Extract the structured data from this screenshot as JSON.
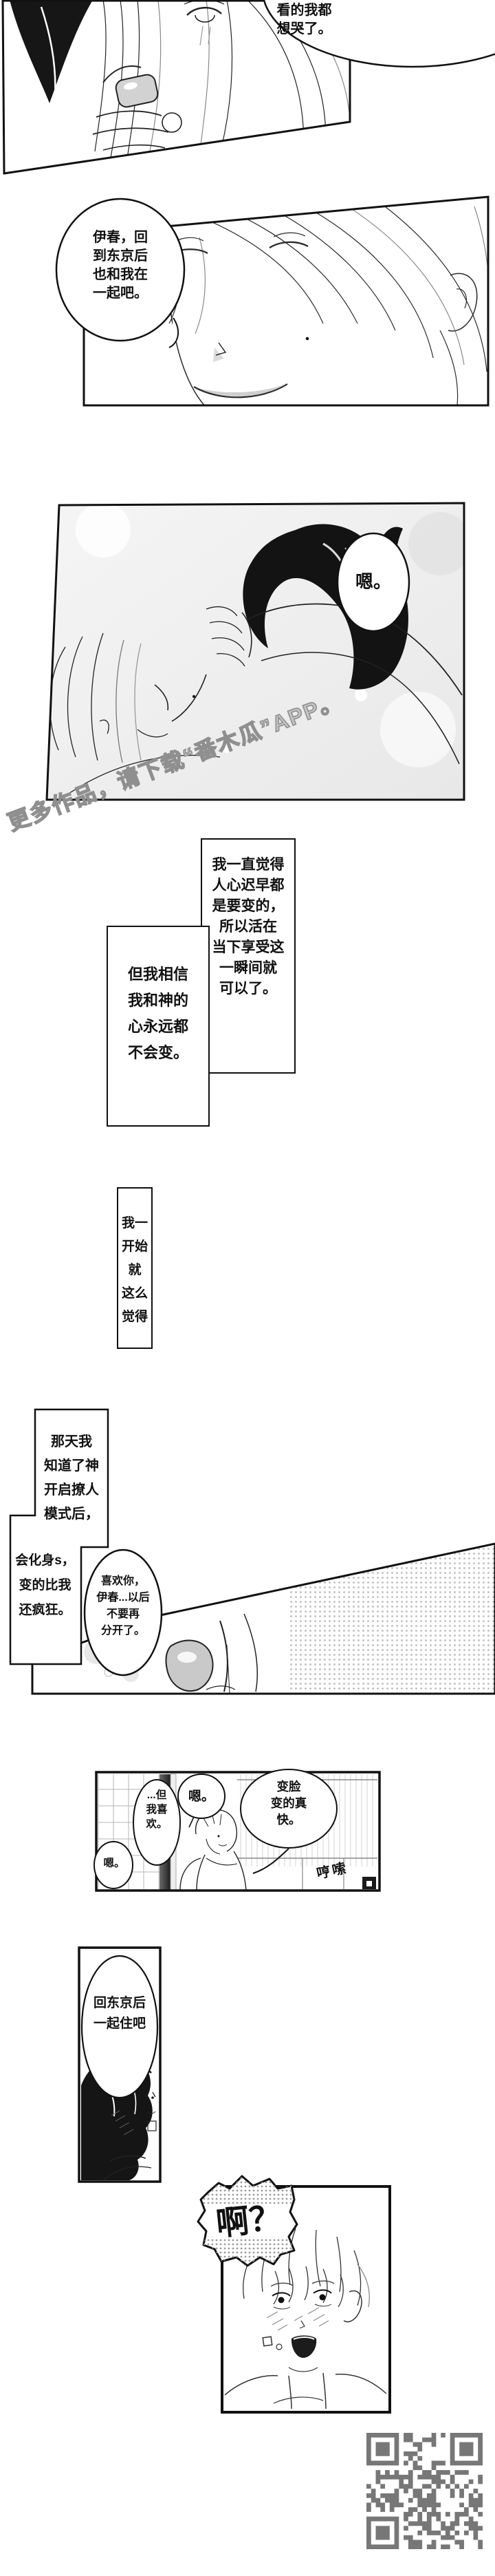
{
  "page": {
    "bg": "#ffffff",
    "ink": "#111111"
  },
  "watermark": {
    "text": "更多作品，请下载“番木瓜”APP。",
    "color": "#8f8f8f"
  },
  "bubbles": {
    "b1": "看的我都\n想哭了。",
    "b2": "伊春，回\n到东京后\n也和我在\n一起吧。",
    "b3": "嗯。",
    "b4": "喜欢你，\n伊春...以后\n不要再\n分开了。",
    "b5": "...但\n我喜\n欢。",
    "b6": "嗯。",
    "b7": "变脸\n变的真\n快。",
    "b8": "嗯。",
    "b9": "回东京后\n一起住吧",
    "shout": "啊？",
    "sfx": "哼嗦"
  },
  "narration": {
    "n1": "我一直觉得\n人心迟早都\n是要变的，\n所以活在\n当下享受这\n一瞬间就\n可以了。",
    "n2": "但我相信\n我和神的\n心永远都\n不会变。",
    "n3": "我一\n开始\n就\n这么\n觉得",
    "n4": "那天我\n知道了神\n开启撩人\n模式后，",
    "n5": "会化身s，\n变的比我\n还疯狂。"
  },
  "qr": {
    "color": "#777777"
  }
}
